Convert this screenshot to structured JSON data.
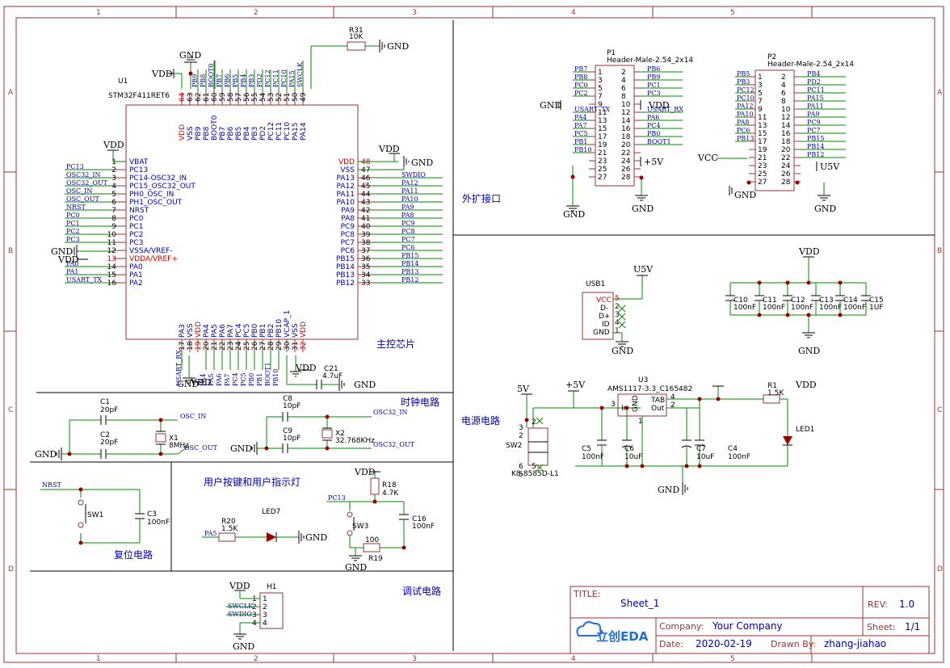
{
  "frame": {
    "col_labels": [
      "1",
      "2",
      "3",
      "4",
      "5"
    ],
    "row_labels": [
      "A",
      "B",
      "C",
      "D"
    ]
  },
  "sections": {
    "main_chip": "主控芯片",
    "expansion": "外扩接口",
    "clock": "时钟电路",
    "power": "电源电路",
    "user_io": "用户按键和用户指示灯",
    "reset": "复位电路",
    "debug": "调试电路"
  },
  "u1": {
    "ref": "U1",
    "part": "STM32F411RET6",
    "left_pins": [
      {
        "num": "1",
        "name": "VBAT",
        "net": ""
      },
      {
        "num": "2",
        "name": "PC13",
        "net": "PC13"
      },
      {
        "num": "3",
        "name": "PC14-OSC32_IN",
        "net": "OSC32_IN"
      },
      {
        "num": "4",
        "name": "PC15_OSC32_OUT",
        "net": "OSC32_OUT"
      },
      {
        "num": "5",
        "name": "PH0_OSC_IN",
        "net": "OSC_IN"
      },
      {
        "num": "6",
        "name": "PH1_OSC_OUT",
        "net": "OSC_OUT"
      },
      {
        "num": "7",
        "name": "NRST",
        "net": "NRST"
      },
      {
        "num": "8",
        "name": "PC0",
        "net": "PC0"
      },
      {
        "num": "9",
        "name": "PC1",
        "net": "PC1"
      },
      {
        "num": "10",
        "name": "PC2",
        "net": "PC2"
      },
      {
        "num": "11",
        "name": "PC3",
        "net": "PC3"
      },
      {
        "num": "12",
        "name": "VSSA/VREF-",
        "net": ""
      },
      {
        "num": "13",
        "name": "VDDA/VREF+",
        "net": ""
      },
      {
        "num": "14",
        "name": "PA0",
        "net": "PA0"
      },
      {
        "num": "15",
        "name": "PA1",
        "net": "PA1"
      },
      {
        "num": "16",
        "name": "PA2",
        "net": "USART_TX"
      }
    ],
    "right_pins": [
      {
        "num": "48",
        "name": "VDD",
        "net": ""
      },
      {
        "num": "47",
        "name": "VSS",
        "net": ""
      },
      {
        "num": "46",
        "name": "PA13",
        "net": "SWDIO"
      },
      {
        "num": "45",
        "name": "PA12",
        "net": "PA12"
      },
      {
        "num": "44",
        "name": "PA11",
        "net": "PA11"
      },
      {
        "num": "43",
        "name": "PA10",
        "net": "PA10"
      },
      {
        "num": "42",
        "name": "PA9",
        "net": "PA9"
      },
      {
        "num": "41",
        "name": "PA8",
        "net": "PA8"
      },
      {
        "num": "40",
        "name": "PC9",
        "net": "PC9"
      },
      {
        "num": "39",
        "name": "PC8",
        "net": "PC8"
      },
      {
        "num": "38",
        "name": "PC7",
        "net": "PC7"
      },
      {
        "num": "37",
        "name": "PC6",
        "net": "PC6"
      },
      {
        "num": "36",
        "name": "PB15",
        "net": "PB15"
      },
      {
        "num": "35",
        "name": "PB14",
        "net": "PB14"
      },
      {
        "num": "34",
        "name": "PB13",
        "net": "PB13"
      },
      {
        "num": "33",
        "name": "PB12",
        "net": "PB12"
      }
    ],
    "top_pins": [
      {
        "num": "64",
        "name": "VDD",
        "net": ""
      },
      {
        "num": "63",
        "name": "VSS",
        "net": ""
      },
      {
        "num": "62",
        "name": "PB9",
        "net": "PB9"
      },
      {
        "num": "61",
        "name": "PB8",
        "net": "PB8"
      },
      {
        "num": "60",
        "name": "BOOT0",
        "net": "BOOT0"
      },
      {
        "num": "59",
        "name": "PB7",
        "net": "PB7"
      },
      {
        "num": "58",
        "name": "PB6",
        "net": "PB6"
      },
      {
        "num": "57",
        "name": "PB5",
        "net": "PB5"
      },
      {
        "num": "56",
        "name": "PB4",
        "net": "PB4"
      },
      {
        "num": "55",
        "name": "PB3",
        "net": "PB3"
      },
      {
        "num": "54",
        "name": "PD2",
        "net": "PD2"
      },
      {
        "num": "53",
        "name": "PC12",
        "net": "PC12"
      },
      {
        "num": "52",
        "name": "PC11",
        "net": "PC11"
      },
      {
        "num": "51",
        "name": "PC10",
        "net": "PC10"
      },
      {
        "num": "50",
        "name": "PA15",
        "net": "PA15"
      },
      {
        "num": "49",
        "name": "PA14",
        "net": "SWCLK"
      }
    ],
    "bottom_pins": [
      {
        "num": "17",
        "name": "PA3",
        "net": "USART_RX"
      },
      {
        "num": "18",
        "name": "VSS",
        "net": ""
      },
      {
        "num": "19",
        "name": "VDD",
        "net": ""
      },
      {
        "num": "20",
        "name": "PA4",
        "net": "PA4"
      },
      {
        "num": "21",
        "name": "PA5",
        "net": "PA5"
      },
      {
        "num": "22",
        "name": "PA6",
        "net": "PA6"
      },
      {
        "num": "23",
        "name": "PA7",
        "net": "PA7"
      },
      {
        "num": "24",
        "name": "PC4",
        "net": "PC4"
      },
      {
        "num": "25",
        "name": "PC5",
        "net": "PC5"
      },
      {
        "num": "26",
        "name": "PB0",
        "net": "PB0"
      },
      {
        "num": "27",
        "name": "PB1",
        "net": "PB1"
      },
      {
        "num": "28",
        "name": "PB2",
        "net": "BOOT1"
      },
      {
        "num": "29",
        "name": "PB10",
        "net": "PB10"
      },
      {
        "num": "30",
        "name": "VCAP_1",
        "net": ""
      },
      {
        "num": "31",
        "name": "VSS",
        "net": ""
      },
      {
        "num": "32",
        "name": "VDD",
        "net": ""
      }
    ]
  },
  "labels": {
    "vdd": "VDD",
    "gnd": "GND",
    "vcc": "VCC",
    "v5": "5V",
    "p5v": "+5V",
    "u5v": "U5V",
    "boot0": "BOOT0",
    "swdio": "SWDIO",
    "swclk": "SWCLK",
    "nrst": "NRST",
    "pa5": "PA5",
    "pc13": "PC13",
    "osc_in": "OSC_IN",
    "osc_out": "OSC_OUT",
    "osc32_in": "OSC32_IN",
    "osc32_out": "OSC32_OUT"
  },
  "r31": {
    "ref": "R31",
    "value": "10K"
  },
  "c21": {
    "ref": "C21",
    "value": "4.7uF"
  },
  "p1": {
    "ref": "P1",
    "part": "Header-Male-2.54_2x14",
    "left_nets": [
      "PB7",
      "PB8",
      "PC0",
      "PC2",
      "",
      "USART_TX",
      "PA4",
      "PA7",
      "PC5",
      "PB1",
      "PB10",
      "",
      ""
    ],
    "right_nets": [
      "PB6",
      "PB9",
      "PC1",
      "PC3",
      "",
      "USART_RX",
      "PA6",
      "PC4",
      "PB0",
      "BOOT1",
      "",
      "",
      ""
    ],
    "odd_nums": [
      "1",
      "3",
      "5",
      "7",
      "9",
      "11",
      "13",
      "15",
      "17",
      "19",
      "21",
      "23",
      "25",
      "27"
    ],
    "even_nums": [
      "2",
      "4",
      "6",
      "8",
      "10",
      "12",
      "14",
      "16",
      "18",
      "20",
      "22",
      "24",
      "26",
      "28"
    ]
  },
  "p2": {
    "ref": "P2",
    "part": "Header-Male-2.54_2x14",
    "left_nets": [
      "PB5",
      "PB3",
      "PC12",
      "PC10",
      "PA12",
      "PA10",
      "PA8",
      "PC6",
      "PB13",
      "",
      "",
      "",
      ""
    ],
    "right_nets": [
      "PB4",
      "PD2",
      "PC11",
      "PA15",
      "PA11",
      "PA9",
      "PC9",
      "PC7",
      "PB15",
      "PB14",
      "PB12",
      "",
      ""
    ]
  },
  "usb1": {
    "ref": "USB1",
    "pins": [
      {
        "num": "5",
        "name": "VCC"
      },
      {
        "num": "2",
        "name": "D-"
      },
      {
        "num": "3",
        "name": "D+"
      },
      {
        "num": "4",
        "name": "ID"
      },
      {
        "num": "1",
        "name": "GND"
      }
    ]
  },
  "decoupling": [
    {
      "ref": "C10",
      "value": "100nF"
    },
    {
      "ref": "C11",
      "value": "100nF"
    },
    {
      "ref": "C12",
      "value": "100nF"
    },
    {
      "ref": "C13",
      "value": "100nF"
    },
    {
      "ref": "C14",
      "value": "100nF"
    },
    {
      "ref": "C15",
      "value": "1UF"
    }
  ],
  "clock": {
    "c1": {
      "ref": "C1",
      "value": "20pF"
    },
    "c2": {
      "ref": "C2",
      "value": "20pF"
    },
    "x1": {
      "ref": "X1",
      "value": "8MHz"
    },
    "c8": {
      "ref": "C8",
      "value": "10pF"
    },
    "c9": {
      "ref": "C9",
      "value": "10pF"
    },
    "x2": {
      "ref": "X2",
      "value": "32.768KHz"
    }
  },
  "power": {
    "u3": {
      "ref": "U3",
      "part": "AMS1117-3.3_C165482"
    },
    "u3_pins": {
      "in": "In",
      "gnd": "GND",
      "tab": "TAB",
      "out": "Out",
      "in_num": "3",
      "gnd_num": "1",
      "tab_num": "4",
      "out_num": "2"
    },
    "c5": {
      "ref": "C5",
      "value": "100nF"
    },
    "c6": {
      "ref": "C6",
      "value": "10uF"
    },
    "c7": {
      "ref": "C7",
      "value": "10uF"
    },
    "c4": {
      "ref": "C4",
      "value": "100nF"
    },
    "r1": {
      "ref": "R1",
      "value": "1.5K"
    },
    "led1": {
      "ref": "LED1"
    },
    "sw2": {
      "ref": "SW2",
      "part": "K8-8585D-L1"
    }
  },
  "user": {
    "r20": {
      "ref": "R20",
      "value": "1.5K"
    },
    "led7": {
      "ref": "LED7"
    },
    "r18": {
      "ref": "R18",
      "value": "4.7K"
    },
    "sw3": {
      "ref": "SW3"
    },
    "r19": {
      "ref": "R19",
      "value": "100"
    },
    "c16": {
      "ref": "C16",
      "value": "100nF"
    }
  },
  "reset": {
    "sw1": {
      "ref": "SW1"
    },
    "c3": {
      "ref": "C3",
      "value": "100nF"
    }
  },
  "debug": {
    "h1": {
      "ref": "H1"
    }
  },
  "title_block": {
    "title_label": "TITLE:",
    "title": "Sheet_1",
    "rev_label": "REV:",
    "rev": "1.0",
    "company_label": "Company:",
    "company": "Your Company",
    "sheet_label": "Sheet:",
    "sheet": "1/1",
    "date_label": "Date:",
    "date": "2020-02-19",
    "drawn_label": "Drawn By:",
    "drawn": "zhang-jiahao",
    "logo": "立创EDA"
  }
}
